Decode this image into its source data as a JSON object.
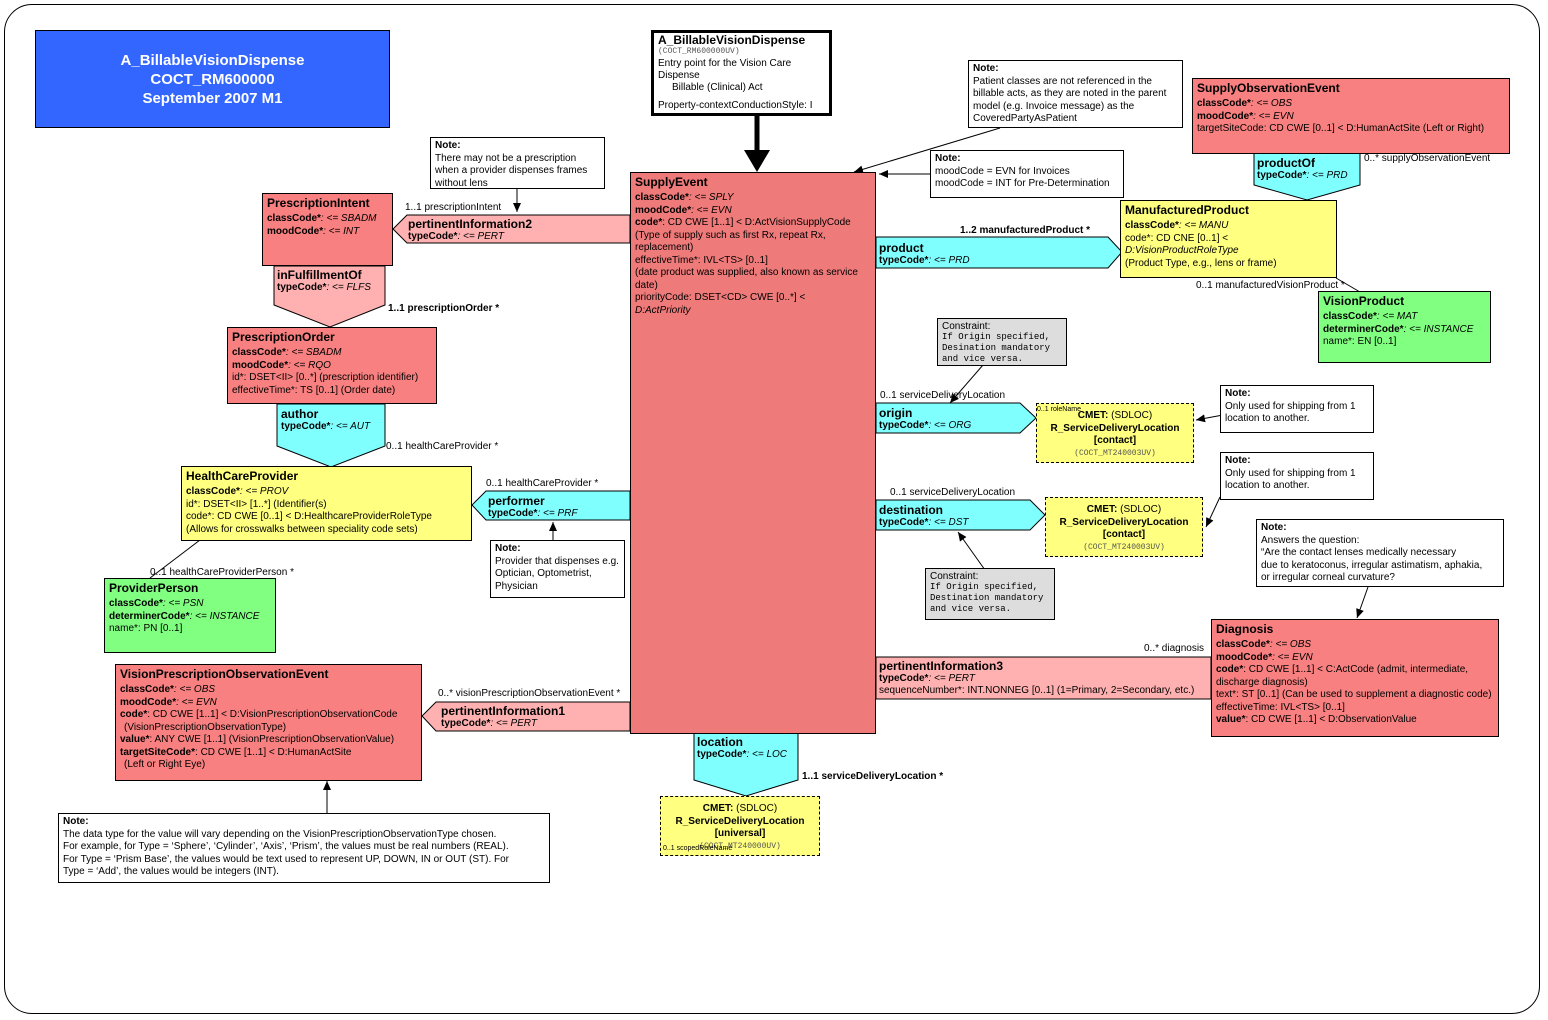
{
  "header": {
    "line1": "A_BillableVisionDispense",
    "line2": "COCT_RM600000",
    "line3": "September 2007 M1"
  },
  "entry_point": {
    "title": "A_BillableVisionDispense",
    "code": "(COCT_RM600000UV)",
    "desc1": "Entry point for the Vision Care Dispense",
    "desc2": "Billable (Clinical) Act",
    "style": "Property-contextConductionStyle: I"
  },
  "notes": {
    "patient": {
      "title": "Note:",
      "text": "Patient classes are not referenced in the billable acts, as they are noted in the parent model (e.g. Invoice message) as the CoveredPartyAsPatient"
    },
    "prescription": {
      "title": "Note:",
      "text": "There may not be a prescription when a provider dispenses frames without lens"
    },
    "mood": {
      "title": "Note:",
      "line1": "moodCode = EVN for Invoices",
      "line2": "moodCode = INT for Pre-Determination"
    },
    "performer": {
      "title": "Note:",
      "text": "Provider that dispenses e.g. Optician, Optometrist, Physician"
    },
    "shipping1": {
      "title": "Note:",
      "text": "Only used for shipping from 1 location to another."
    },
    "shipping2": {
      "title": "Note:",
      "text": "Only used for shipping from 1 location to another."
    },
    "question": {
      "title": "Note:",
      "line1": "Answers the question:",
      "line2": "“Are the contact lenses medically necessary",
      "line3": "due to keratoconus, irregular astimatism, aphakia,",
      "line4": "or irregular corneal curvature?"
    },
    "datatype": {
      "title": "Note:",
      "line1": "The data type for the value will vary depending on the VisionPrescriptionObservationType chosen.",
      "line2": "For example, for Type = ‘Sphere’, ‘Cylinder’, ‘Axis’, ‘Prism’, the values must be real numbers (REAL).",
      "line3": "For Type = ‘Prism Base’, the values would be text used to represent UP, DOWN, IN or OUT (ST).  For",
      "line4": "Type = ‘Add’, the values would be integers (INT)."
    }
  },
  "constraints": {
    "c1": {
      "title": "Constraint:",
      "line1": "If Origin specified,",
      "line2": "Desination mandatory",
      "line3": "and vice versa."
    },
    "c2": {
      "title": "Constraint:",
      "line1": "If Origin specified,",
      "line2": "Destination mandatory",
      "line3": "and vice versa."
    }
  },
  "classes": {
    "supply_event": {
      "title": "SupplyEvent",
      "a1_name": "classCode*",
      "a1_val": ": <= SPLY",
      "a2_name": "moodCode*",
      "a2_val": ": <= EVN",
      "a3_name": "code*",
      "a3_val": ": CD CWE [1..1] < D:ActVisionSupplyCode",
      "a3_desc": "(Type of supply such as first Rx, repeat Rx, replacement)",
      "a4": "effectiveTime*: IVL<TS> [0..1]",
      "a4_desc": "(date product was supplied, also known as service date)",
      "a5": "priorityCode: DSET<CD> CWE [0..*] <",
      "a5_val": "D:ActPriority"
    },
    "supply_observation": {
      "title": "SupplyObservationEvent",
      "a1_name": "classCode*",
      "a1_val": ": <= OBS",
      "a2_name": "moodCode*",
      "a2_val": ": <= EVN",
      "a3": "targetSiteCode: CD CWE [0..1] < D:HumanActSite (Left or Right)"
    },
    "manufactured_product": {
      "title": "ManufacturedProduct",
      "a1_name": "classCode*",
      "a1_val": ": <= MANU",
      "a2": "code*: CD CNE [0..1] <",
      "a2_val": "D:VisionProductRoleType",
      "a2_desc": "(Product Type, e.g., lens or frame)"
    },
    "vision_product": {
      "title": "VisionProduct",
      "a1_name": "classCode*",
      "a1_val": ": <= MAT",
      "a2_name": "determinerCode*",
      "a2_val": ": <= INSTANCE",
      "a3": "name*: EN [0..1]"
    },
    "prescription_intent": {
      "title": "PrescriptionIntent",
      "a1_name": "classCode*",
      "a1_val": ": <= SBADM",
      "a2_name": "moodCode*",
      "a2_val": ": <= INT"
    },
    "prescription_order": {
      "title": "PrescriptionOrder",
      "a1_name": "classCode*",
      "a1_val": ": <= SBADM",
      "a2_name": "moodCode*",
      "a2_val": ": <= RQO",
      "a3": "id*: DSET<II> [0..*] (prescription identifier)",
      "a4": "effectiveTime*: TS [0..1] (Order date)"
    },
    "healthcare_provider": {
      "title": "HealthCareProvider",
      "a1_name": "classCode*",
      "a1_val": ": <= PROV",
      "a2": "id*: DSET<II> [1..*] (Identifier(s)",
      "a3": "code*: CD CWE [0..1] < D:HealthcareProviderRoleType",
      "a4": "(Allows for crosswalks between speciality code sets)"
    },
    "provider_person": {
      "title": "ProviderPerson",
      "a1_name": "classCode*",
      "a1_val": ": <= PSN",
      "a2_name": "determinerCode*",
      "a2_val": ": <= INSTANCE",
      "a3": "name*: PN [0..1]"
    },
    "vision_rx_obs": {
      "title": "VisionPrescriptionObservationEvent",
      "a1_name": "classCode*",
      "a1_val": ": <= OBS",
      "a2_name": "moodCode*",
      "a2_val": ": <= EVN",
      "a3_name": "code*",
      "a3_val": ": CD CWE [1..1] < D:VisionPrescriptionObservationCode",
      "a3_desc": "(VisionPrescriptionObservationType)",
      "a4_name": "value*",
      "a4_val": ": ANY CWE [1..1] (VisionPrescriptionObservationValue)",
      "a5_name": "targetSiteCode*",
      "a5_val": ": CD CWE [1..1] < D:HumanActSite",
      "a5_desc": "(Left or Right Eye)"
    },
    "diagnosis": {
      "title": "Diagnosis",
      "a1_name": "classCode*",
      "a1_val": ": <= OBS",
      "a2_name": "moodCode*",
      "a2_val": ": <= EVN",
      "a3_name": "code*",
      "a3_val": ": CD CWE [1..1] < C:ActCode (admit, intermediate, discharge diagnosis)",
      "a4": "text*: ST [0..1] (Can be used to supplement a diagnostic code)",
      "a5": "effectiveTime: IVL<TS> [0..1]",
      "a6_name": "value*",
      "a6_val": ": CD CWE [1..1] < D:ObservationValue"
    }
  },
  "cmets": {
    "origin": {
      "prefix": "CMET:",
      "kind": "(SDLOC)",
      "name": "R_ServiceDeliveryLocation",
      "variant": "[contact]",
      "code": "(COCT_MT240003UV)",
      "role": "0..1 roleName"
    },
    "destination": {
      "prefix": "CMET:",
      "kind": "(SDLOC)",
      "name": "R_ServiceDeliveryLocation",
      "variant": "[contact]",
      "code": "(COCT_MT240003UV)"
    },
    "location": {
      "prefix": "CMET:",
      "kind": "(SDLOC)",
      "name": "R_ServiceDeliveryLocation",
      "variant": "[universal]",
      "code": "(COCT_MT240000UV)",
      "role": "0..1 scopedRoleName"
    }
  },
  "relationships": {
    "productOf": {
      "name": "productOf",
      "type_name": "typeCode*",
      "type_val": ": <= PRD",
      "card": "0..* supplyObservationEvent"
    },
    "product": {
      "name": "product",
      "type_name": "typeCode*",
      "type_val": ": <= PRD",
      "card": "1..2 manufacturedProduct  *"
    },
    "manufacturedVisionProduct": {
      "card": "0..1 manufacturedVisionProduct  *"
    },
    "pertinentInformation2": {
      "name": "pertinentInformation2",
      "type_name": "typeCode*",
      "type_val": ": <= PERT",
      "card": "1..1 prescriptionIntent"
    },
    "inFulfillmentOf": {
      "name": "inFulfillmentOf",
      "type_name": "typeCode*",
      "type_val": ": <= FLFS",
      "card": "1..1 prescriptionOrder  *"
    },
    "author": {
      "name": "author",
      "type_name": "typeCode*",
      "type_val": ": <= AUT",
      "card": "0..1 healthCareProvider  *"
    },
    "performer": {
      "name": "performer",
      "type_name": "typeCode*",
      "type_val": ": <= PRF",
      "card": "0..1 healthCareProvider  *"
    },
    "healthCareProviderPerson": {
      "card": "0..1 healthCareProviderPerson  *"
    },
    "origin": {
      "name": "origin",
      "type_name": "typeCode*",
      "type_val": ": <= ORG",
      "card": "0..1 serviceDeliveryLocation"
    },
    "destination": {
      "name": "destination",
      "type_name": "typeCode*",
      "type_val": ": <= DST",
      "card": "0..1 serviceDeliveryLocation"
    },
    "pertinentInformation3": {
      "name": "pertinentInformation3",
      "type_name": "typeCode*",
      "type_val": ": <= PERT",
      "seq": "sequenceNumber*: INT.NONNEG [0..1] (1=Primary, 2=Secondary, etc.)",
      "card": "0..* diagnosis"
    },
    "pertinentInformation1": {
      "name": "pertinentInformation1",
      "type_name": "typeCode*",
      "type_val": ": <= PERT",
      "card": "0..* visionPrescriptionObservationEvent  *"
    },
    "location": {
      "name": "location",
      "type_name": "typeCode*",
      "type_val": ": <= LOC",
      "card": "1..1 serviceDeliveryLocation  *"
    }
  },
  "colors": {
    "header_bg": "#3366ff",
    "act_red": "#f88080",
    "role_yellow": "#ffff80",
    "entity_green": "#80ff80",
    "rel_cyan": "#80ffff",
    "rel_pink": "#ffb0b0"
  }
}
